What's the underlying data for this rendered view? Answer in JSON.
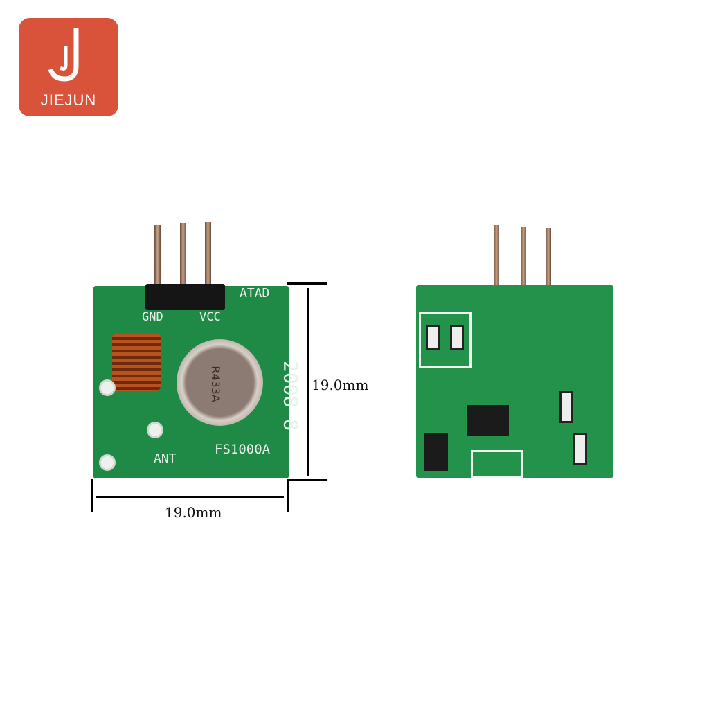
{
  "logo": {
    "text": "JIEJUN",
    "color": "#d9533b"
  },
  "front_board": {
    "labels": {
      "gnd": "GND",
      "vcc": "VCC",
      "data": "ATAD",
      "date": "2008-8",
      "model": "FS1000A",
      "ant": "ANT",
      "resonator": "R433A"
    },
    "pcb_color": "#1f8a45"
  },
  "dimensions": {
    "width": "19.0mm",
    "height": "19.0mm"
  }
}
